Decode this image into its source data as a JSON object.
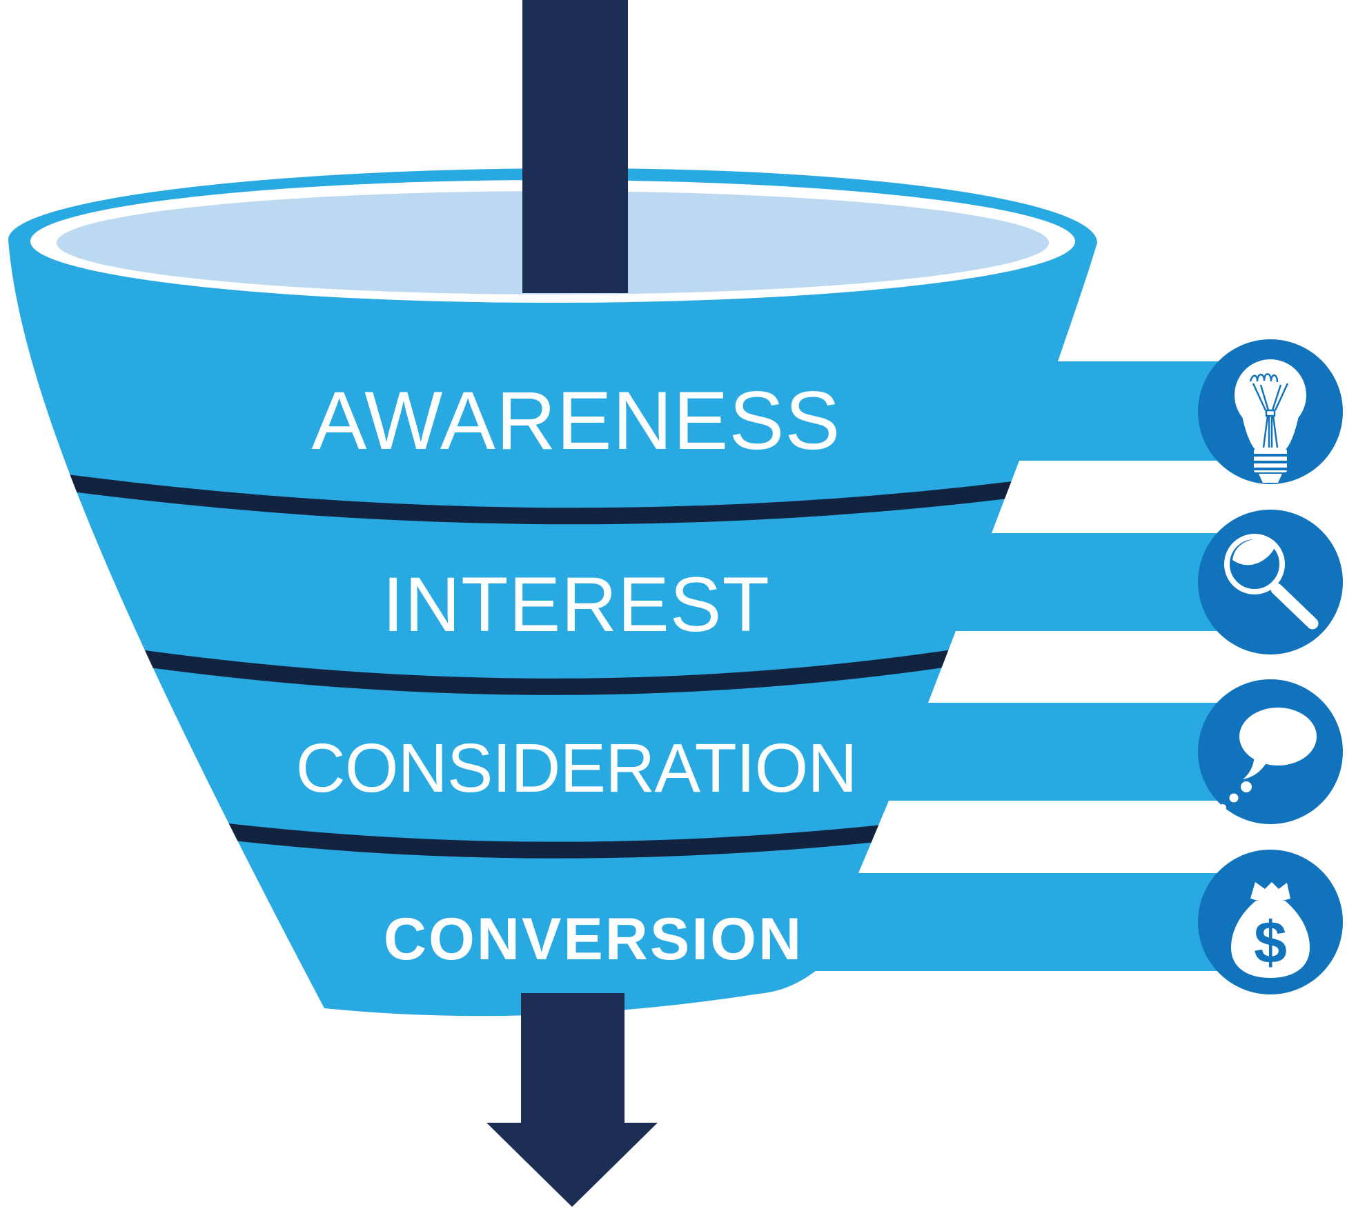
{
  "diagram": {
    "type": "funnel",
    "stages": [
      {
        "label": "AWARENESS",
        "icon": "lightbulb-icon"
      },
      {
        "label": "INTEREST",
        "icon": "magnifying-glass-icon"
      },
      {
        "label": "CONSIDERATION",
        "icon": "speech-bubble-icon"
      },
      {
        "label": "CONVERSION",
        "icon": "money-bag-icon"
      }
    ],
    "money_symbol": "$",
    "flow": {
      "in": "top-arrow",
      "out": "bottom-arrow"
    }
  },
  "colors": {
    "funnel": "#29A9E1",
    "mouth_light": "#BDD9F2",
    "white": "#FFFFFF",
    "arrow": "#1D2E54",
    "separator": "#12233F",
    "icon_circle": "#1173BB"
  }
}
